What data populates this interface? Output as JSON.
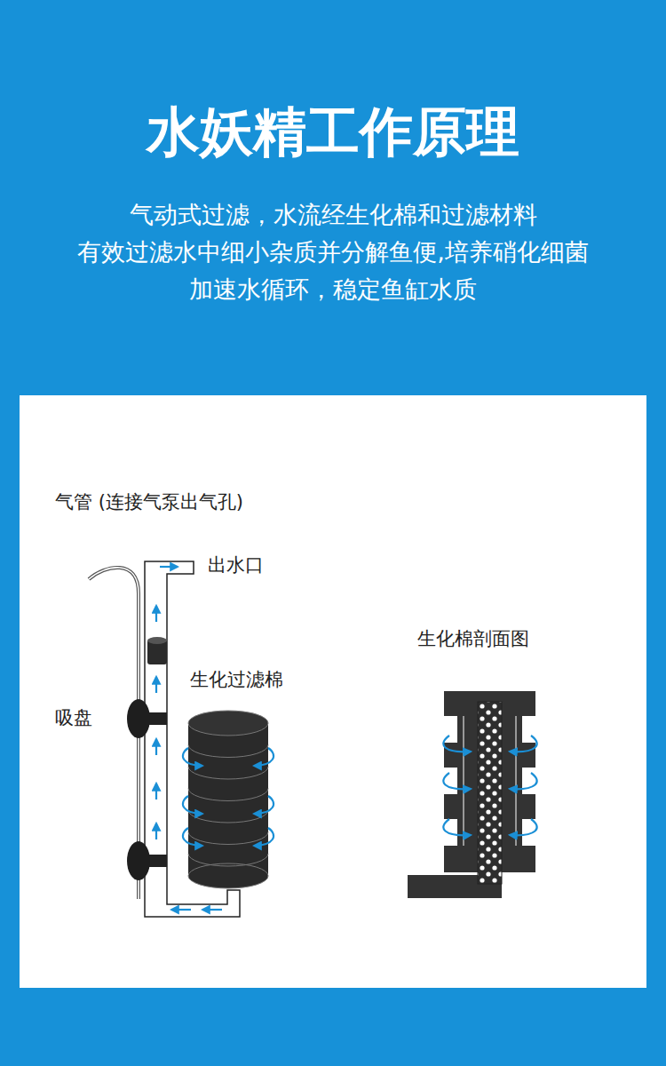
{
  "diagram": {
    "title": "水妖精工作原理",
    "labels": [
      "气动式过滤，水流经生化棉和过滤材料",
      "有效过滤水中细小杂质并分解鱼便,培养硝化细菌",
      "加速水循环，稳定鱼缸水质",
      "气管 (连接气泵出气孔)",
      "出水口",
      "生化过滤棉",
      "吸盘",
      "生化棉剖面图"
    ]
  }
}
